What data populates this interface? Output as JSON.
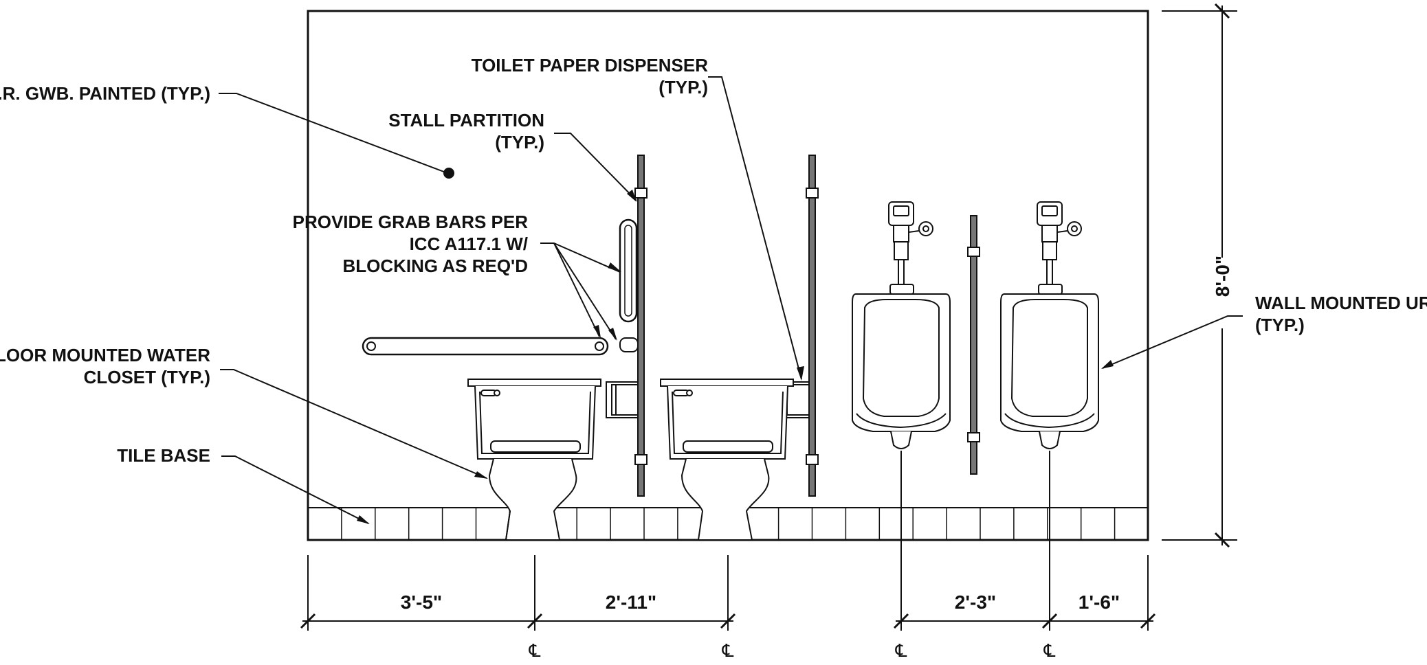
{
  "labels": {
    "wr_gwb": "W.R. GWB. PAINTED (TYP.)",
    "tp_line1": "TOILET PAPER DISPENSER",
    "tp_line2": "(TYP.)",
    "stall_line1": "STALL PARTITION",
    "stall_line2": "(TYP.)",
    "grab_line1": "PROVIDE GRAB BARS PER",
    "grab_line2": "ICC A117.1 W/",
    "grab_line3": "BLOCKING AS REQ'D",
    "wc_line1": "FLOOR MOUNTED WATER",
    "wc_line2": "CLOSET (TYP.)",
    "tile_base": "TILE BASE",
    "urinal_line1": "WALL MOUNTED URINAL",
    "urinal_line2": "(TYP.)"
  },
  "dimensions": {
    "d1": "3'-5\"",
    "d2": "2'-11\"",
    "d3": "2'-3\"",
    "d4": "1'-6\"",
    "height": "8'-0\""
  },
  "centerline_symbol": "℄"
}
